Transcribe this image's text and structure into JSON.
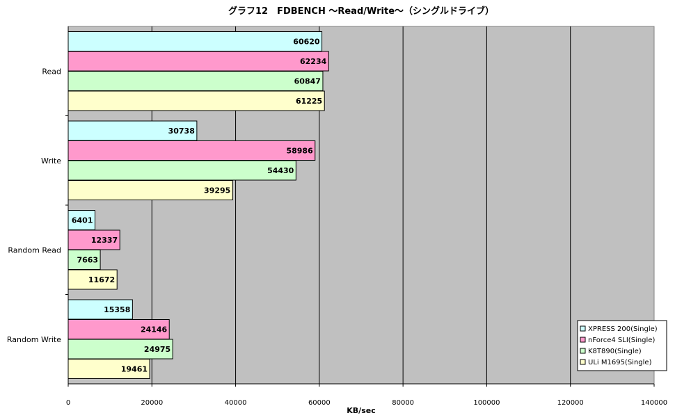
{
  "chart_data": {
    "type": "bar",
    "orientation": "horizontal",
    "title": "グラフ12　FDBENCH ～Read/Write～（シングルドライブ）",
    "xlabel": "KB/sec",
    "ylabel": "",
    "xlim": [
      0,
      140000
    ],
    "xticks": [
      0,
      20000,
      40000,
      60000,
      80000,
      100000,
      120000,
      140000
    ],
    "xtick_labels": [
      "0",
      "20000",
      "40000",
      "60000",
      "80000",
      "100000",
      "120000",
      "140000"
    ],
    "grid": true,
    "legend_position": "bottom-right",
    "categories": [
      "Read",
      "Write",
      "Random Read",
      "Random Write"
    ],
    "series": [
      {
        "name": "XPRESS 200(Single)",
        "color": "#ccffff",
        "values": [
          60620,
          30738,
          6401,
          15358
        ]
      },
      {
        "name": "nForce4 SLI(Single)",
        "color": "#ff99cc",
        "values": [
          62234,
          58986,
          12337,
          24146
        ]
      },
      {
        "name": "K8T890(Single)",
        "color": "#ccffcc",
        "values": [
          60847,
          54430,
          7663,
          24975
        ]
      },
      {
        "name": "ULi M1695(Single)",
        "color": "#ffffcc",
        "values": [
          61225,
          39295,
          11672,
          19461
        ]
      }
    ],
    "plot_background": "#c0c0c0"
  }
}
